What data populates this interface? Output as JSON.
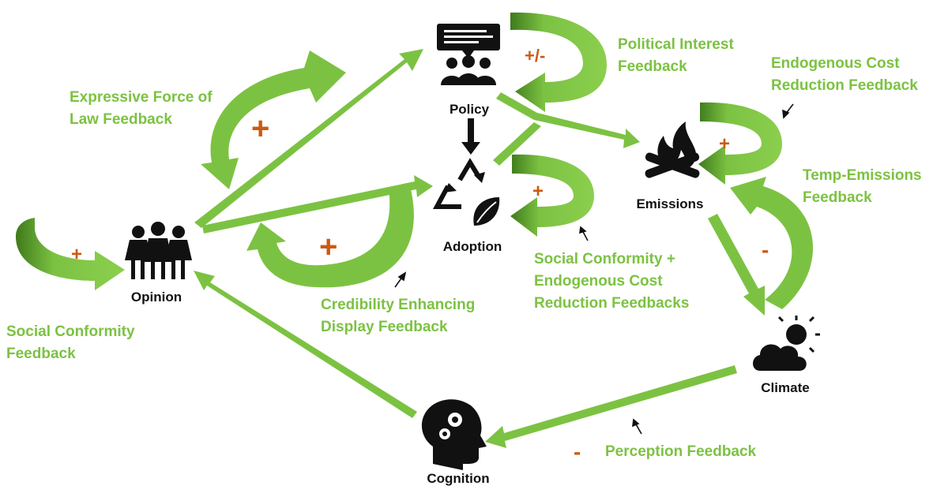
{
  "nodes": {
    "policy": "Policy",
    "adoption": "Adoption",
    "emissions": "Emissions",
    "opinion": "Opinion",
    "climate": "Climate",
    "cognition": "Cognition"
  },
  "feedbacks": {
    "political_interest": {
      "line1": "Political Interest",
      "line2": "Feedback",
      "sign": "+/-"
    },
    "endogenous_cost": {
      "line1": "Endogenous Cost",
      "line2": "Reduction Feedback",
      "sign": "+"
    },
    "expressive_force": {
      "line1": "Expressive Force of",
      "line2": "Law Feedback",
      "sign": "+"
    },
    "temp_emissions": {
      "line1": "Temp-Emissions",
      "line2": "Feedback",
      "sign": "-"
    },
    "social_conformity_endogenous": {
      "line1": "Social Conformity +",
      "line2": "Endogenous Cost",
      "line3": "Reduction Feedbacks",
      "sign": "+"
    },
    "credibility": {
      "line1": "Credibility Enhancing",
      "line2": "Display Feedback",
      "sign": "+"
    },
    "social_conformity": {
      "line1": "Social Conformity",
      "line2": "Feedback",
      "sign": "+"
    },
    "perception": {
      "line1": "Perception Feedback",
      "sign": "-"
    }
  },
  "icons": [
    "speech-bubble-audience-icon",
    "recycle-leaf-icon",
    "campfire-icon",
    "three-women-icon",
    "cloud-sun-icon",
    "head-gears-icon"
  ],
  "colors": {
    "arrow": "#7cc242",
    "arrow_dark": "#5e9a2e",
    "sign": "#cc5a12",
    "text": "#111111"
  }
}
